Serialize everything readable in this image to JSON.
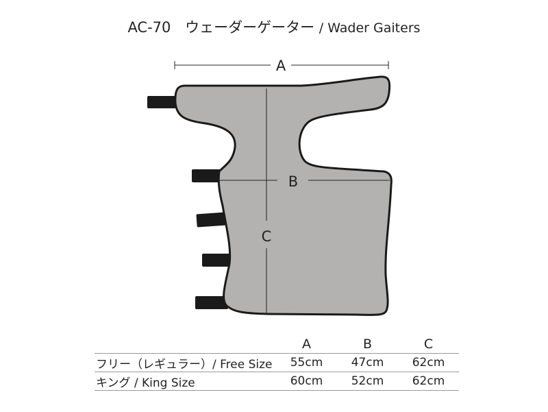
{
  "title": {
    "model": "AC-70",
    "name_ja": "ウェーダーゲーター",
    "name_en": "/ Wader Gaiters"
  },
  "diagram": {
    "labels": {
      "a": "A",
      "b": "B",
      "c": "C"
    },
    "colors": {
      "fill": "#b3b2b0",
      "outline": "#1a1a1a",
      "strap": "#1a1a1a"
    }
  },
  "table": {
    "headers": [
      "",
      "A",
      "B",
      "C"
    ],
    "rows": [
      {
        "label": "フリー（レギュラー）/ Free Size",
        "a": "55cm",
        "b": "47cm",
        "c": "62cm"
      },
      {
        "label": "キング / King Size",
        "a": "60cm",
        "b": "52cm",
        "c": "62cm"
      }
    ]
  }
}
